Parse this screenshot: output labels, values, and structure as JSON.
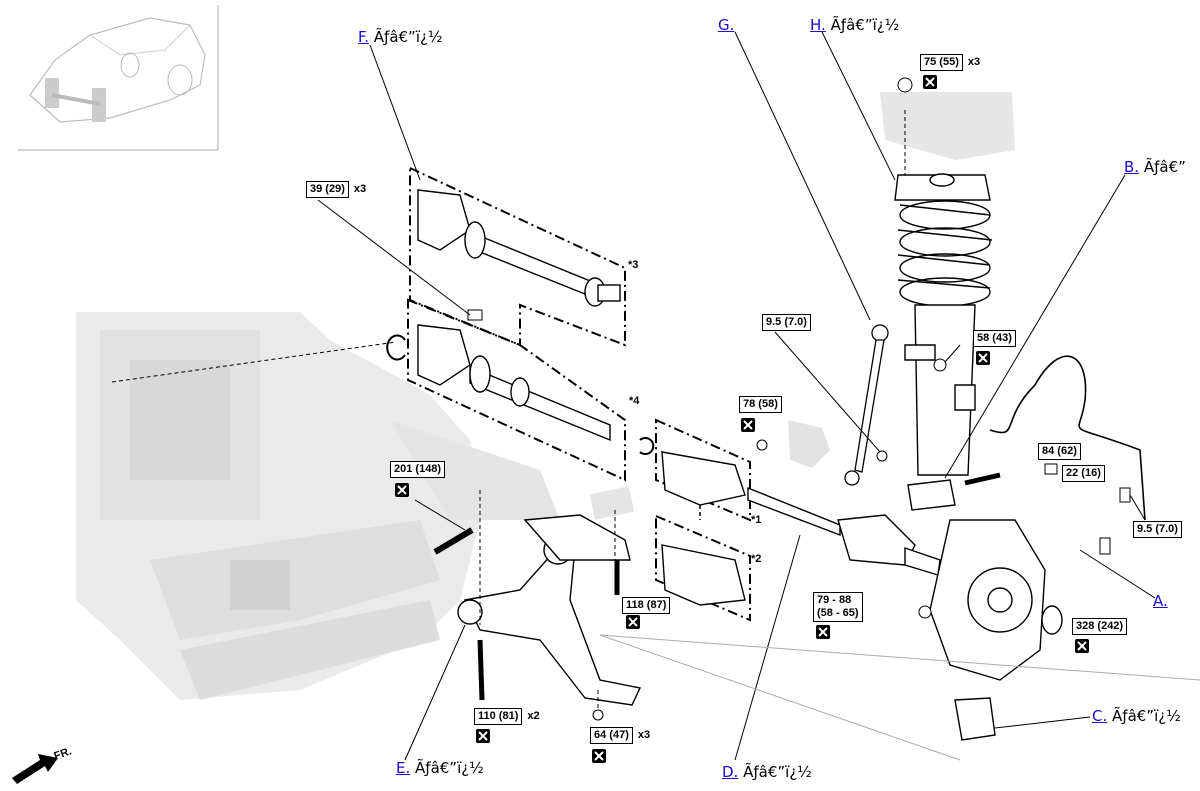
{
  "callouts": {
    "A": {
      "letter": "A.",
      "text": ""
    },
    "B": {
      "letter": "B.",
      "text": "Ãƒâ€”"
    },
    "C": {
      "letter": "C.",
      "text": "Ãƒâ€”ï¿½"
    },
    "D": {
      "letter": "D.",
      "text": "Ãƒâ€”ï¿½"
    },
    "E": {
      "letter": "E.",
      "text": "Ãƒâ€”ï¿½"
    },
    "F": {
      "letter": "F.",
      "text": "Ãƒâ€”ï¿½"
    },
    "G": {
      "letter": "G.",
      "text": ""
    },
    "H": {
      "letter": "H.",
      "text": "Ãƒâ€”ï¿½"
    }
  },
  "torques": {
    "t75": {
      "value": "75 (55)",
      "mult": "x3"
    },
    "t39": {
      "value": "39 (29)",
      "mult": "x3"
    },
    "t95a": {
      "value": "9.5 (7.0)"
    },
    "t58": {
      "value": "58 (43)"
    },
    "t78": {
      "value": "78 (58)"
    },
    "t84": {
      "value": "84 (62)"
    },
    "t22": {
      "value": "22 (16)"
    },
    "t95b": {
      "value": "9.5 (7.0)"
    },
    "t201": {
      "value": "201 (148)"
    },
    "t118": {
      "value": "118 (87)"
    },
    "t7988": {
      "line1": "79 - 88",
      "line2": "(58 - 65)"
    },
    "t328": {
      "value": "328 (242)"
    },
    "t110": {
      "value": "110 (81)",
      "mult": "x2"
    },
    "t64": {
      "value": "64 (47)",
      "mult": "x3"
    }
  },
  "notes": {
    "n1": "*1",
    "n2": "*2",
    "n3": "*3",
    "n4": "*4"
  },
  "direction": "FR."
}
